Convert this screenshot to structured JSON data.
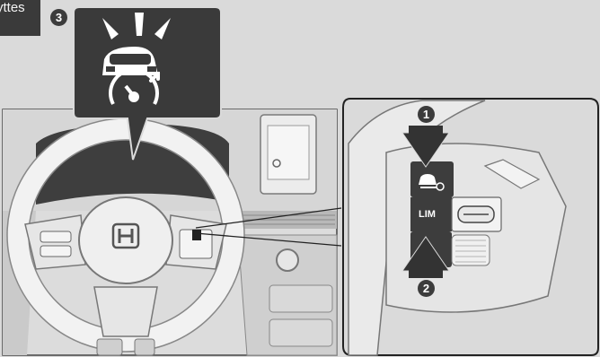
{
  "corner_tab": {
    "text": "yttes"
  },
  "callouts": [
    {
      "number": "3"
    },
    {
      "number": "1"
    },
    {
      "number": "2"
    }
  ],
  "button_label": "LIM",
  "icons": [
    "warning-triangles-icon",
    "car-front-icon",
    "speedometer-icon",
    "adaptive-cruise-icon",
    "steering-wheel-logo-icon"
  ],
  "colors": {
    "background": "#dadada",
    "panel": "#3a3a3a",
    "arrow": "#333333"
  }
}
